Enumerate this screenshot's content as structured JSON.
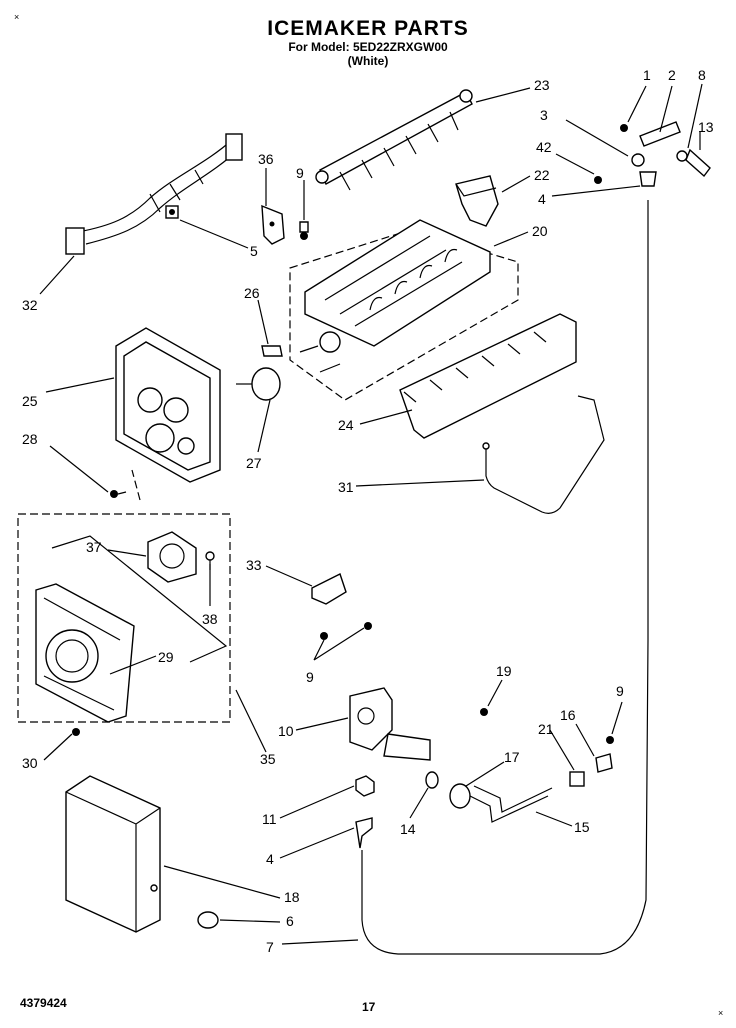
{
  "title": "ICEMAKER PARTS",
  "model_line": "For Model: 5ED22ZRXGW00",
  "color_line": "(White)",
  "doc_number": "4379424",
  "page_number": "17",
  "corner_mark": "×",
  "callouts": [
    {
      "id": "c1",
      "label": "1"
    },
    {
      "id": "c2",
      "label": "2"
    },
    {
      "id": "c8",
      "label": "8"
    },
    {
      "id": "c3",
      "label": "3"
    },
    {
      "id": "c13",
      "label": "13"
    },
    {
      "id": "c42",
      "label": "42"
    },
    {
      "id": "c22",
      "label": "22"
    },
    {
      "id": "c4a",
      "label": "4"
    },
    {
      "id": "c23",
      "label": "23"
    },
    {
      "id": "c36",
      "label": "36"
    },
    {
      "id": "c9a",
      "label": "9"
    },
    {
      "id": "c20",
      "label": "20"
    },
    {
      "id": "c5",
      "label": "5"
    },
    {
      "id": "c32",
      "label": "32"
    },
    {
      "id": "c26",
      "label": "26"
    },
    {
      "id": "c25",
      "label": "25"
    },
    {
      "id": "c28",
      "label": "28"
    },
    {
      "id": "c27",
      "label": "27"
    },
    {
      "id": "c24",
      "label": "24"
    },
    {
      "id": "c31",
      "label": "31"
    },
    {
      "id": "c37",
      "label": "37"
    },
    {
      "id": "c38",
      "label": "38"
    },
    {
      "id": "c33",
      "label": "33"
    },
    {
      "id": "c29",
      "label": "29"
    },
    {
      "id": "c9b",
      "label": "9"
    },
    {
      "id": "c19",
      "label": "19"
    },
    {
      "id": "c30",
      "label": "30"
    },
    {
      "id": "c35",
      "label": "35"
    },
    {
      "id": "c10",
      "label": "10"
    },
    {
      "id": "c9c",
      "label": "9"
    },
    {
      "id": "c21",
      "label": "21"
    },
    {
      "id": "c16",
      "label": "16"
    },
    {
      "id": "c17",
      "label": "17"
    },
    {
      "id": "c11",
      "label": "11"
    },
    {
      "id": "c14",
      "label": "14"
    },
    {
      "id": "c15",
      "label": "15"
    },
    {
      "id": "c4b",
      "label": "4"
    },
    {
      "id": "c18",
      "label": "18"
    },
    {
      "id": "c6",
      "label": "6"
    },
    {
      "id": "c7",
      "label": "7"
    }
  ]
}
